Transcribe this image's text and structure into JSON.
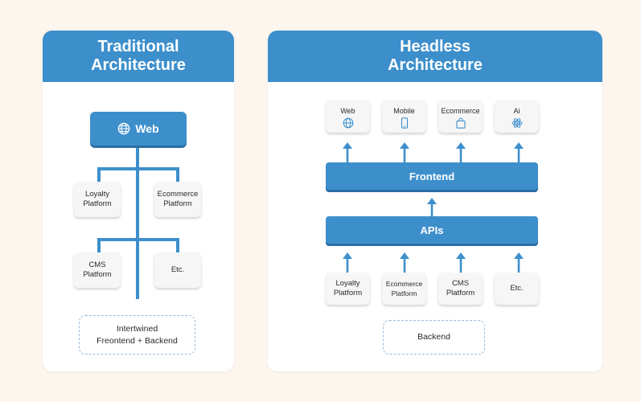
{
  "traditional": {
    "title_line1": "Traditional",
    "title_line2": "Architecture",
    "web_label": "Web",
    "web_icon": "globe-icon",
    "modules": [
      {
        "line1": "Loyalty",
        "line2": "Platform"
      },
      {
        "line1": "Ecommerce",
        "line2": "Platform"
      },
      {
        "line1": "CMS",
        "line2": "Platform"
      },
      {
        "line1": "Etc.",
        "line2": ""
      }
    ],
    "footer_line1": "Intertwined",
    "footer_line2": "Freontend + Backend"
  },
  "headless": {
    "title_line1": "Headless",
    "title_line2": "Architecture",
    "channels": [
      {
        "label": "Web",
        "icon": "globe-icon"
      },
      {
        "label": "Mobile",
        "icon": "mobile-phone-icon"
      },
      {
        "label": "Ecommerce",
        "icon": "shopping-bag-icon"
      },
      {
        "label": "Ai",
        "icon": "ai-atom-icon"
      }
    ],
    "frontend_label": "Frontend",
    "apis_label": "APIs",
    "services": [
      {
        "line1": "Loyalty",
        "line2": "Platform"
      },
      {
        "line1": "Ecommerce",
        "line2": "Platform"
      },
      {
        "line1": "CMS",
        "line2": "Platform"
      },
      {
        "line1": "Etc.",
        "line2": ""
      }
    ],
    "backend_label": "Backend"
  },
  "colors": {
    "accent": "#3d8fcc",
    "accent_dark": "#2a6ea3",
    "background": "#fdf6ee",
    "card": "#ffffff",
    "box": "#f6f6f6"
  }
}
